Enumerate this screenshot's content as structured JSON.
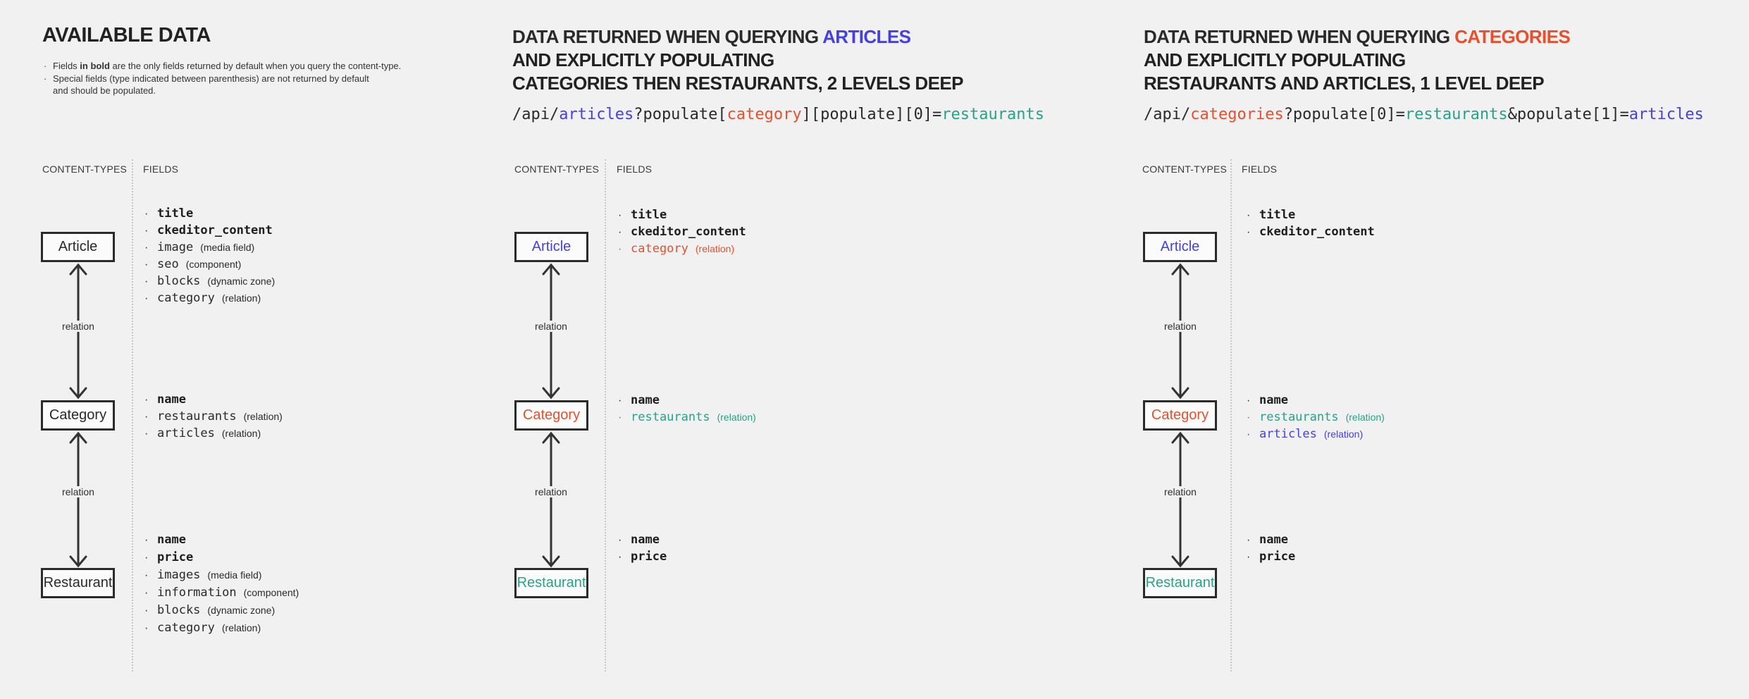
{
  "palette": {
    "dark": "#2a2a2a",
    "blue": "#4440e4",
    "red": "#e8502d",
    "teal": "#28a287"
  },
  "page_background": "#f1f1f2",
  "glyphs": {
    "bullet": "·"
  },
  "panels": [
    {
      "title": "AVAILABLE DATA",
      "notes": {
        "note1_pre": "Fields ",
        "note1_bold": "in bold",
        "note1_post": " are the only fields returned by default when you query the content-type.",
        "note2_line1": "Special fields (type indicated between parenthesis) are not returned by default",
        "note2_line2": "and should be populated."
      },
      "columns": {
        "left": "CONTENT-TYPES",
        "right": "FIELDS"
      },
      "relation_label": "relation",
      "types": [
        {
          "name": "Article",
          "color": "dark",
          "fields": [
            {
              "name": "title",
              "type": "",
              "bold": true,
              "color": "dark"
            },
            {
              "name": "ckeditor_content",
              "type": "",
              "bold": true,
              "color": "dark"
            },
            {
              "name": "image",
              "type": "(media field)",
              "bold": false,
              "color": "dark"
            },
            {
              "name": "seo",
              "type": "(component)",
              "bold": false,
              "color": "dark"
            },
            {
              "name": "blocks",
              "type": "(dynamic zone)",
              "bold": false,
              "color": "dark"
            },
            {
              "name": "category",
              "type": "(relation)",
              "bold": false,
              "color": "dark"
            }
          ]
        },
        {
          "name": "Category",
          "color": "dark",
          "fields": [
            {
              "name": "name",
              "type": "",
              "bold": true,
              "color": "dark"
            },
            {
              "name": "restaurants",
              "type": "(relation)",
              "bold": false,
              "color": "dark"
            },
            {
              "name": "articles",
              "type": "(relation)",
              "bold": false,
              "color": "dark"
            }
          ]
        },
        {
          "name": "Restaurant",
          "color": "dark",
          "fields": [
            {
              "name": "name",
              "type": "",
              "bold": true,
              "color": "dark"
            },
            {
              "name": "price",
              "type": "",
              "bold": true,
              "color": "dark"
            },
            {
              "name": "images",
              "type": "(media field)",
              "bold": false,
              "color": "dark"
            },
            {
              "name": "information",
              "type": "(component)",
              "bold": false,
              "color": "dark"
            },
            {
              "name": "blocks",
              "type": "(dynamic zone)",
              "bold": false,
              "color": "dark"
            },
            {
              "name": "category",
              "type": "(relation)",
              "bold": false,
              "color": "dark"
            }
          ]
        }
      ]
    },
    {
      "heading": {
        "line1": [
          {
            "t": "DATA RETURNED WHEN QUERYING ",
            "c": "dark"
          },
          {
            "t": "ARTICLES",
            "c": "blue"
          }
        ],
        "line2": "AND EXPLICITLY POPULATING",
        "line3": "CATEGORIES THEN RESTAURANTS, 2 LEVELS DEEP"
      },
      "url": [
        {
          "t": "/api/",
          "c": "dark"
        },
        {
          "t": "articles",
          "c": "blue"
        },
        {
          "t": "?populate[",
          "c": "dark"
        },
        {
          "t": "category",
          "c": "red"
        },
        {
          "t": "][populate][0]=",
          "c": "dark"
        },
        {
          "t": "restaurants",
          "c": "teal"
        }
      ],
      "columns": {
        "left": "CONTENT-TYPES",
        "right": "FIELDS"
      },
      "relation_label": "relation",
      "types": [
        {
          "name": "Article",
          "color": "blue",
          "fields": [
            {
              "name": "title",
              "type": "",
              "bold": true,
              "color": "dark"
            },
            {
              "name": "ckeditor_content",
              "type": "",
              "bold": true,
              "color": "dark"
            },
            {
              "name": "category",
              "type": "(relation)",
              "bold": false,
              "color": "red"
            }
          ]
        },
        {
          "name": "Category",
          "color": "red",
          "fields": [
            {
              "name": "name",
              "type": "",
              "bold": true,
              "color": "dark"
            },
            {
              "name": "restaurants",
              "type": "(relation)",
              "bold": false,
              "color": "teal"
            }
          ]
        },
        {
          "name": "Restaurant",
          "color": "teal",
          "fields": [
            {
              "name": "name",
              "type": "",
              "bold": true,
              "color": "dark"
            },
            {
              "name": "price",
              "type": "",
              "bold": true,
              "color": "dark"
            }
          ]
        }
      ]
    },
    {
      "heading": {
        "line1": [
          {
            "t": "DATA RETURNED WHEN QUERYING ",
            "c": "dark"
          },
          {
            "t": "CATEGORIES",
            "c": "red"
          }
        ],
        "line2": "AND EXPLICITLY POPULATING",
        "line3": "RESTAURANTS AND ARTICLES, 1 LEVEL DEEP"
      },
      "url": [
        {
          "t": "/api/",
          "c": "dark"
        },
        {
          "t": "categories",
          "c": "red"
        },
        {
          "t": "?populate[0]=",
          "c": "dark"
        },
        {
          "t": "restaurants",
          "c": "teal"
        },
        {
          "t": "&populate[1]=",
          "c": "dark"
        },
        {
          "t": "articles",
          "c": "blue"
        }
      ],
      "columns": {
        "left": "CONTENT-TYPES",
        "right": "FIELDS"
      },
      "relation_label": "relation",
      "types": [
        {
          "name": "Article",
          "color": "blue",
          "fields": [
            {
              "name": "title",
              "type": "",
              "bold": true,
              "color": "dark"
            },
            {
              "name": "ckeditor_content",
              "type": "",
              "bold": true,
              "color": "dark"
            }
          ]
        },
        {
          "name": "Category",
          "color": "red",
          "fields": [
            {
              "name": "name",
              "type": "",
              "bold": true,
              "color": "dark"
            },
            {
              "name": "restaurants",
              "type": "(relation)",
              "bold": false,
              "color": "teal"
            },
            {
              "name": "articles",
              "type": "(relation)",
              "bold": false,
              "color": "blue"
            }
          ]
        },
        {
          "name": "Restaurant",
          "color": "teal",
          "fields": [
            {
              "name": "name",
              "type": "",
              "bold": true,
              "color": "dark"
            },
            {
              "name": "price",
              "type": "",
              "bold": true,
              "color": "dark"
            }
          ]
        }
      ]
    }
  ]
}
